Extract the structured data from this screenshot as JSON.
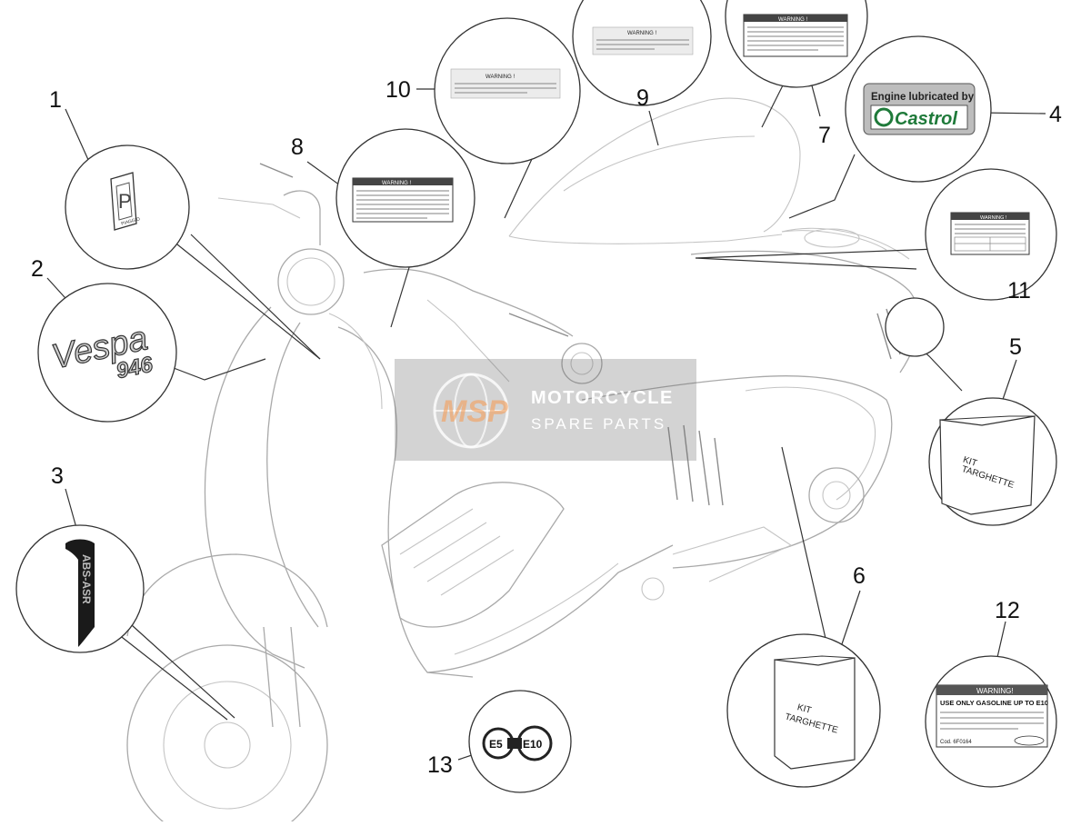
{
  "callouts": [
    {
      "id": "1",
      "label": "1"
    },
    {
      "id": "2",
      "label": "2"
    },
    {
      "id": "3",
      "label": "3"
    },
    {
      "id": "4",
      "label": "4"
    },
    {
      "id": "5",
      "label": "5"
    },
    {
      "id": "6",
      "label": "6"
    },
    {
      "id": "7",
      "label": "7"
    },
    {
      "id": "8",
      "label": "8"
    },
    {
      "id": "9",
      "label": "9"
    },
    {
      "id": "10",
      "label": "10"
    },
    {
      "id": "11",
      "label": "11"
    },
    {
      "id": "12",
      "label": "12"
    },
    {
      "id": "13",
      "label": "13"
    }
  ],
  "decals": {
    "piaggio_text": "PIAGGIO",
    "vespa_script": "Vespa",
    "model_946": "946",
    "abs_asr": "ABS-ASR",
    "warning": "WARNING!",
    "warning_spaced": "WARNING !",
    "castrol_line1": "Engine lubricated by",
    "castrol_brand": "Castrol",
    "kit_line1": "KIT",
    "kit_line2": "TARGHETTE",
    "fuel_line1": "USE ONLY GASOLINE UP TO E10",
    "fuel_code": "Cod. 6F0164",
    "e5": "E5",
    "e10": "E10"
  },
  "watermark": {
    "logo": "MSP",
    "line1": "MOTORCYCLE",
    "line2": "SPARE PARTS"
  },
  "colors": {
    "line": "#333333",
    "scooter": "#c4c4c4",
    "castrol_green": "#1f7a3a",
    "castrol_red": "#d22630",
    "watermark_orange": "#f28c3a"
  }
}
